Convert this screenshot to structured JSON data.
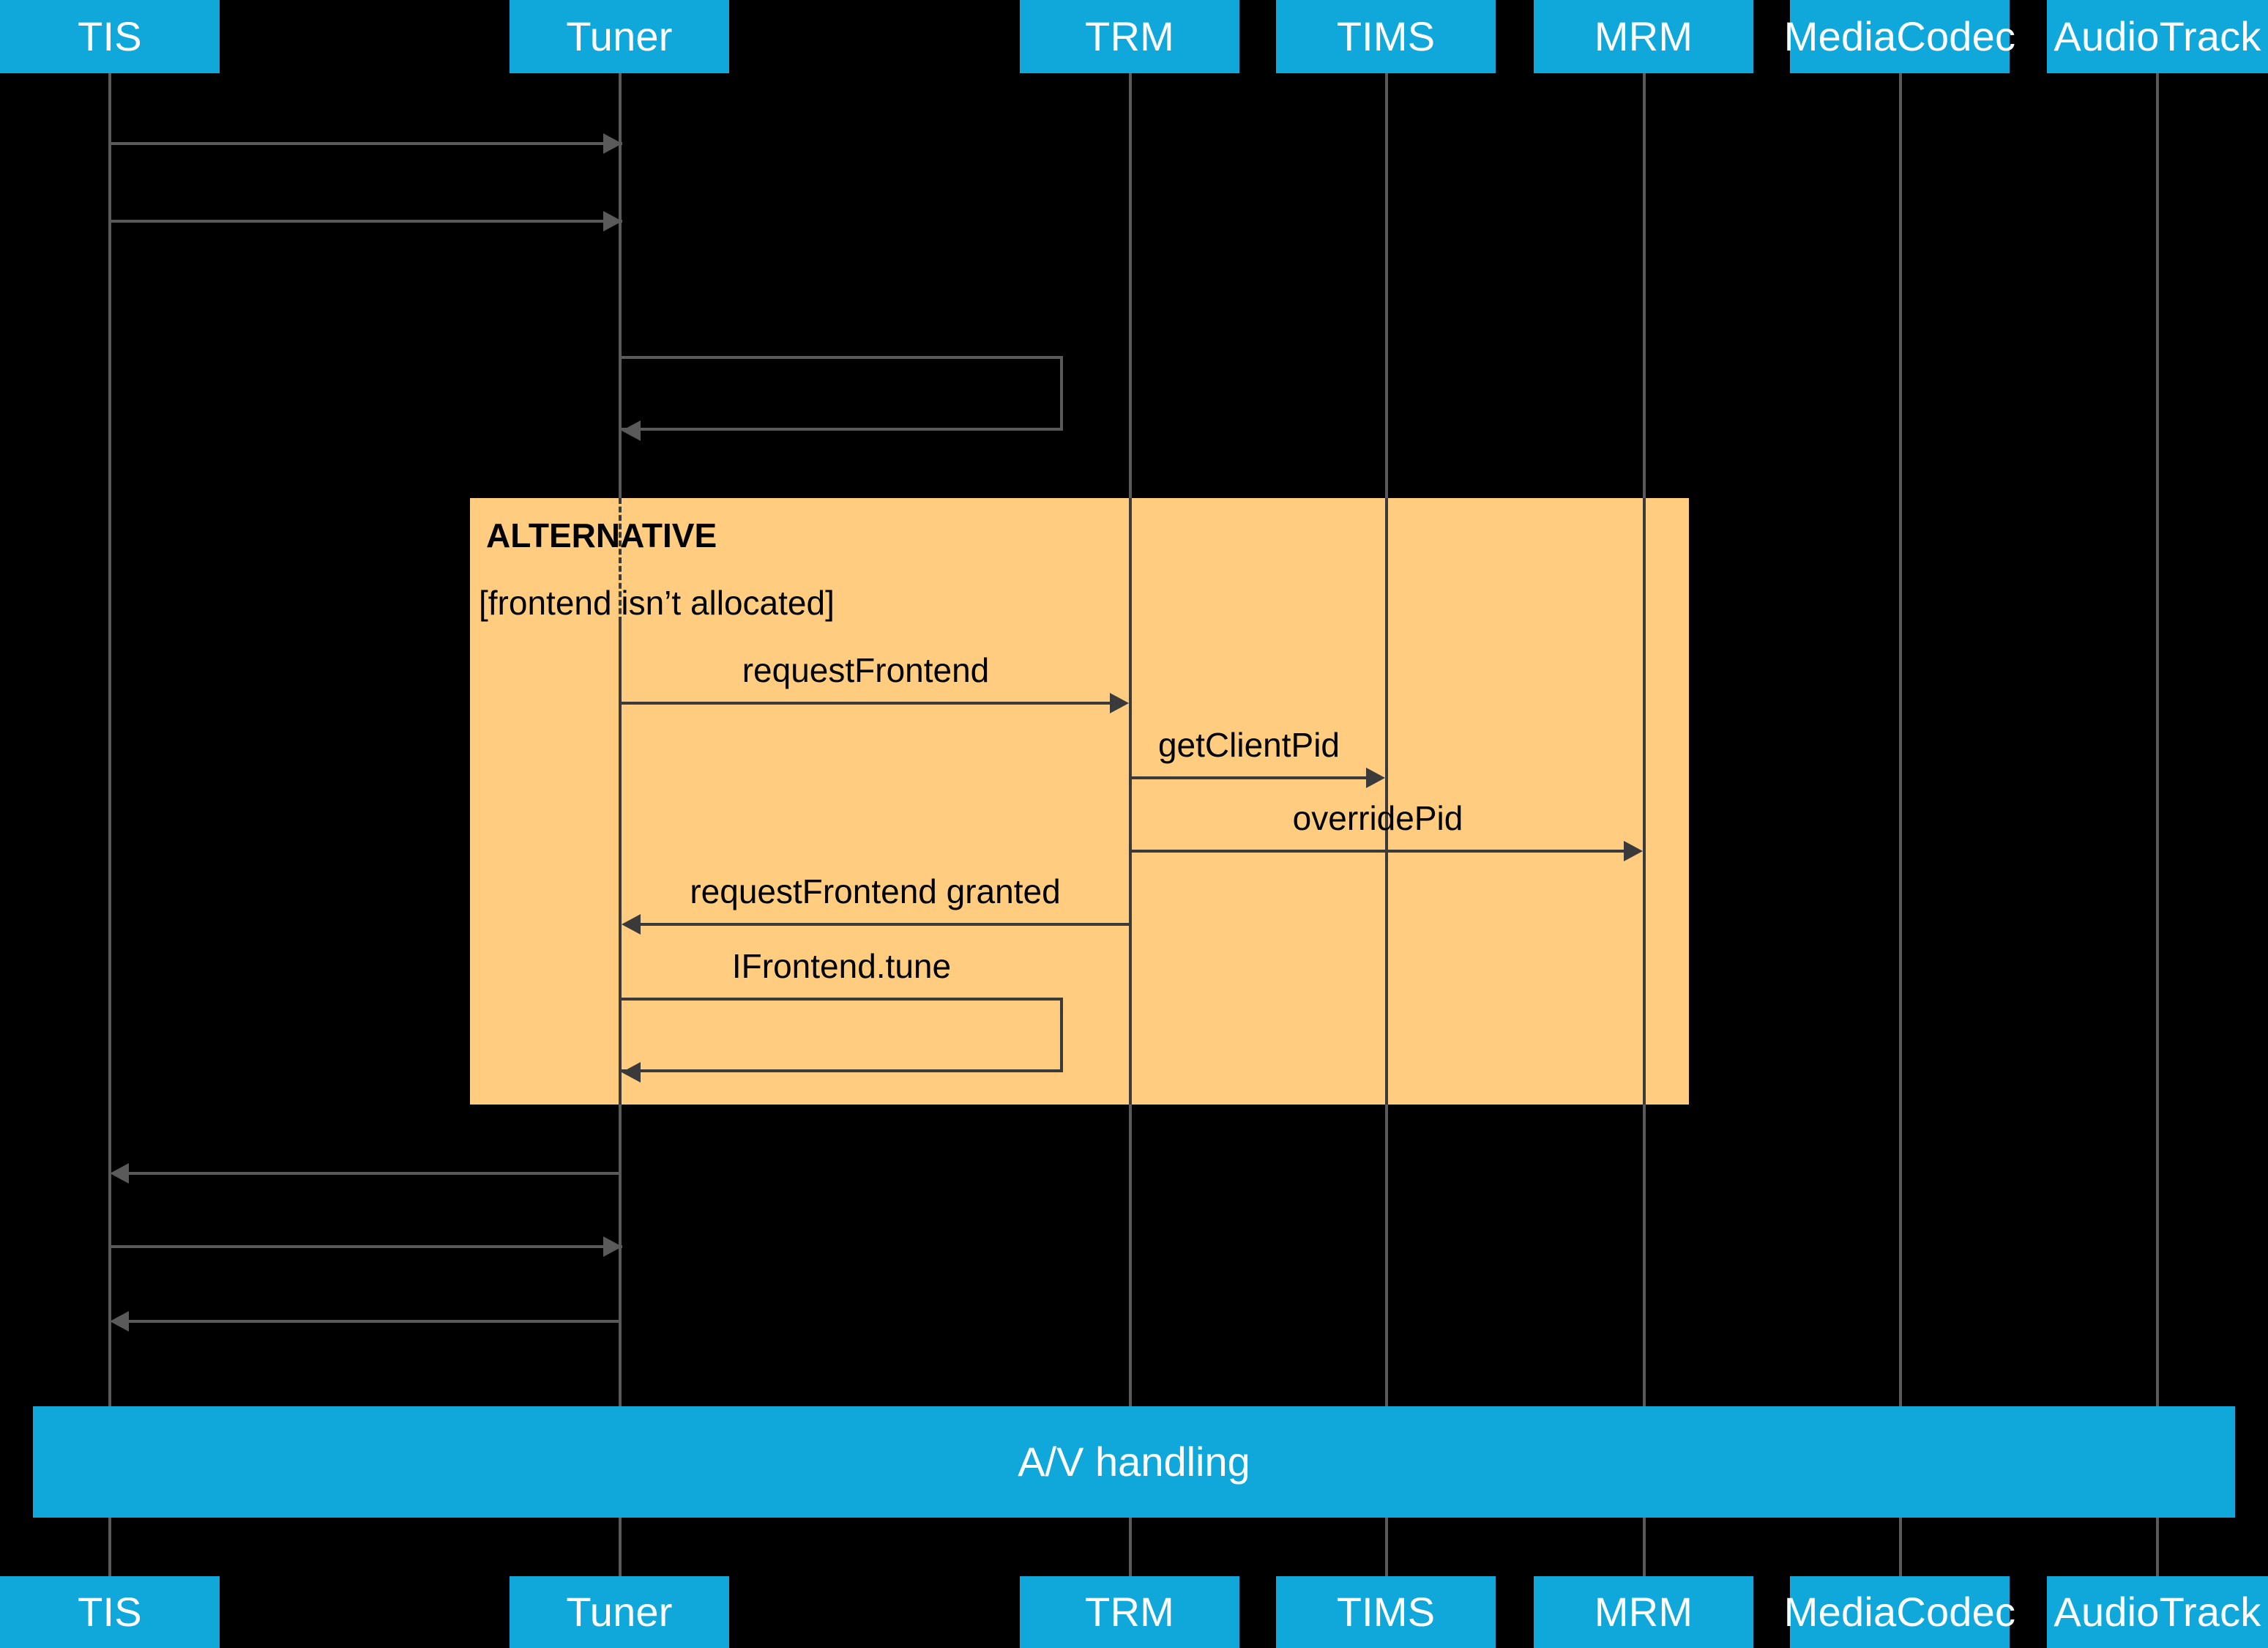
{
  "diagram": {
    "type": "uml-sequence-diagram",
    "background_color": "#000000",
    "participant_color": "#10A8DA",
    "participant_text_color": "#FFFFFF",
    "fragment_color": "#FFCC80",
    "line_color": "#5A5A5A",
    "fragment_line_color": "#3A3A3A"
  },
  "participants": [
    {
      "id": "tis",
      "label": "TIS",
      "label_bottom": "TIS"
    },
    {
      "id": "tuner",
      "label": "Tuner",
      "label_bottom": "Tuner"
    },
    {
      "id": "trm",
      "label": "TRM",
      "label_bottom": "TRM"
    },
    {
      "id": "tims",
      "label": "TIMS",
      "label_bottom": "TIMS"
    },
    {
      "id": "mrm",
      "label": "MRM",
      "label_bottom": "MRM"
    },
    {
      "id": "mediacodec",
      "label": "MediaCodec",
      "label_bottom": "MediaCodec"
    },
    {
      "id": "audiotrack",
      "label": "AudioTrack",
      "label_bottom": "AudioTrack"
    }
  ],
  "fragment": {
    "operator": "ALTERNATIVE",
    "guard": "[frontend isn’t allocated]"
  },
  "messages": [
    {
      "id": "m1",
      "label": "",
      "from": "tis",
      "to": "tuner",
      "direction": "right",
      "kind": "call"
    },
    {
      "id": "m2",
      "label": "",
      "from": "tis",
      "to": "tuner",
      "direction": "right",
      "kind": "call"
    },
    {
      "id": "m3",
      "label": "",
      "from": "tuner",
      "to": "tuner",
      "direction": "self",
      "kind": "self-call"
    },
    {
      "id": "m4",
      "label": "requestFrontend",
      "from": "tuner",
      "to": "trm",
      "direction": "right",
      "kind": "call"
    },
    {
      "id": "m5",
      "label": "getClientPid",
      "from": "trm",
      "to": "tims",
      "direction": "right",
      "kind": "call"
    },
    {
      "id": "m6",
      "label": "overridePid",
      "from": "trm",
      "to": "mrm",
      "direction": "right",
      "kind": "call"
    },
    {
      "id": "m7",
      "label": "requestFrontend granted",
      "from": "trm",
      "to": "tuner",
      "direction": "left",
      "kind": "return"
    },
    {
      "id": "m8",
      "label": "IFrontend.tune",
      "from": "tuner",
      "to": "tuner",
      "direction": "self",
      "kind": "self-call"
    },
    {
      "id": "m9",
      "label": "",
      "from": "tuner",
      "to": "tis",
      "direction": "left",
      "kind": "return"
    },
    {
      "id": "m10",
      "label": "",
      "from": "tis",
      "to": "tuner",
      "direction": "right",
      "kind": "call"
    },
    {
      "id": "m11",
      "label": "",
      "from": "tuner",
      "to": "tis",
      "direction": "left",
      "kind": "return"
    }
  ],
  "summary_bar": {
    "label": "A/V handling"
  }
}
